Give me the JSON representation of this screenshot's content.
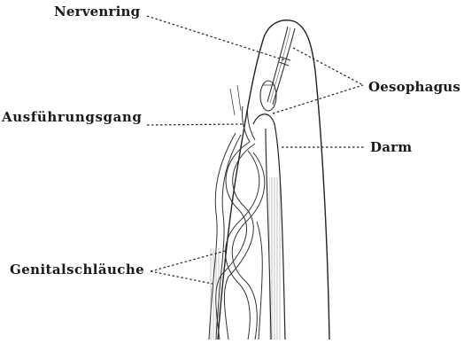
{
  "figure": {
    "labels": {
      "nervenring": "Nervenring",
      "oesophagus": "Oesophagus",
      "ausfuehrungsgang": "Ausführungsgang",
      "darm": "Darm",
      "genitalschlaeuche": "Genitalschläuche"
    }
  },
  "colors": {
    "ink": "#1a1a1a",
    "background": "#ffffff"
  }
}
